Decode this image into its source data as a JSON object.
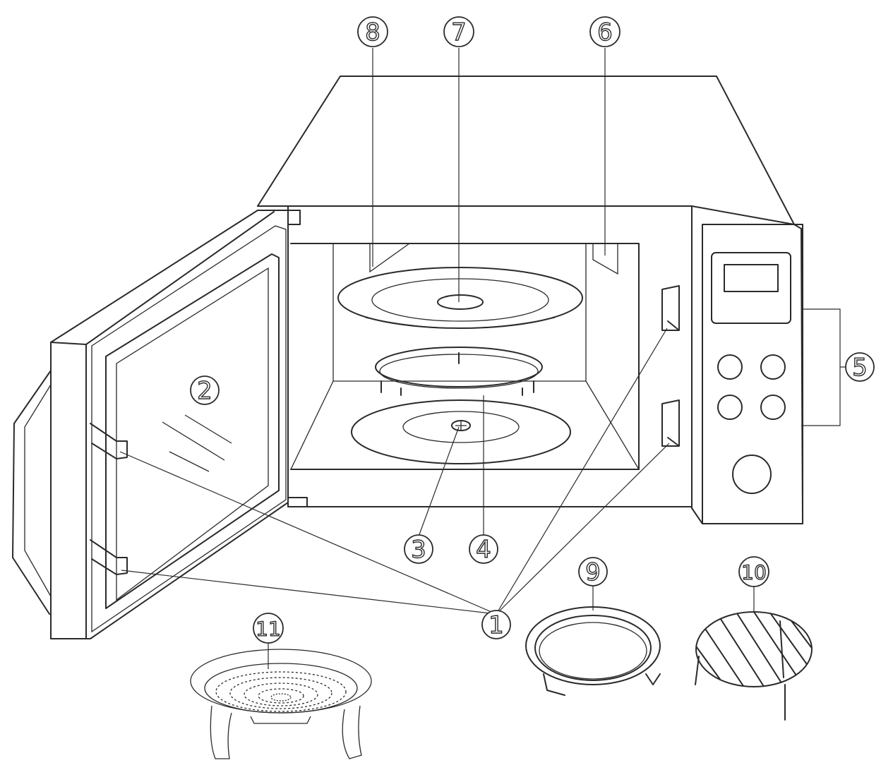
{
  "callouts": [
    {
      "id": "c1",
      "label": "1"
    },
    {
      "id": "c2",
      "label": "2"
    },
    {
      "id": "c3",
      "label": "3"
    },
    {
      "id": "c4",
      "label": "4"
    },
    {
      "id": "c5",
      "label": "5"
    },
    {
      "id": "c6",
      "label": "6"
    },
    {
      "id": "c7",
      "label": "7"
    },
    {
      "id": "c8",
      "label": "8"
    },
    {
      "id": "c9",
      "label": "9"
    },
    {
      "id": "c10",
      "label": "10"
    },
    {
      "id": "c11",
      "label": "11"
    }
  ],
  "colors": {
    "line": "#2a2a2a",
    "background": "#ffffff"
  }
}
